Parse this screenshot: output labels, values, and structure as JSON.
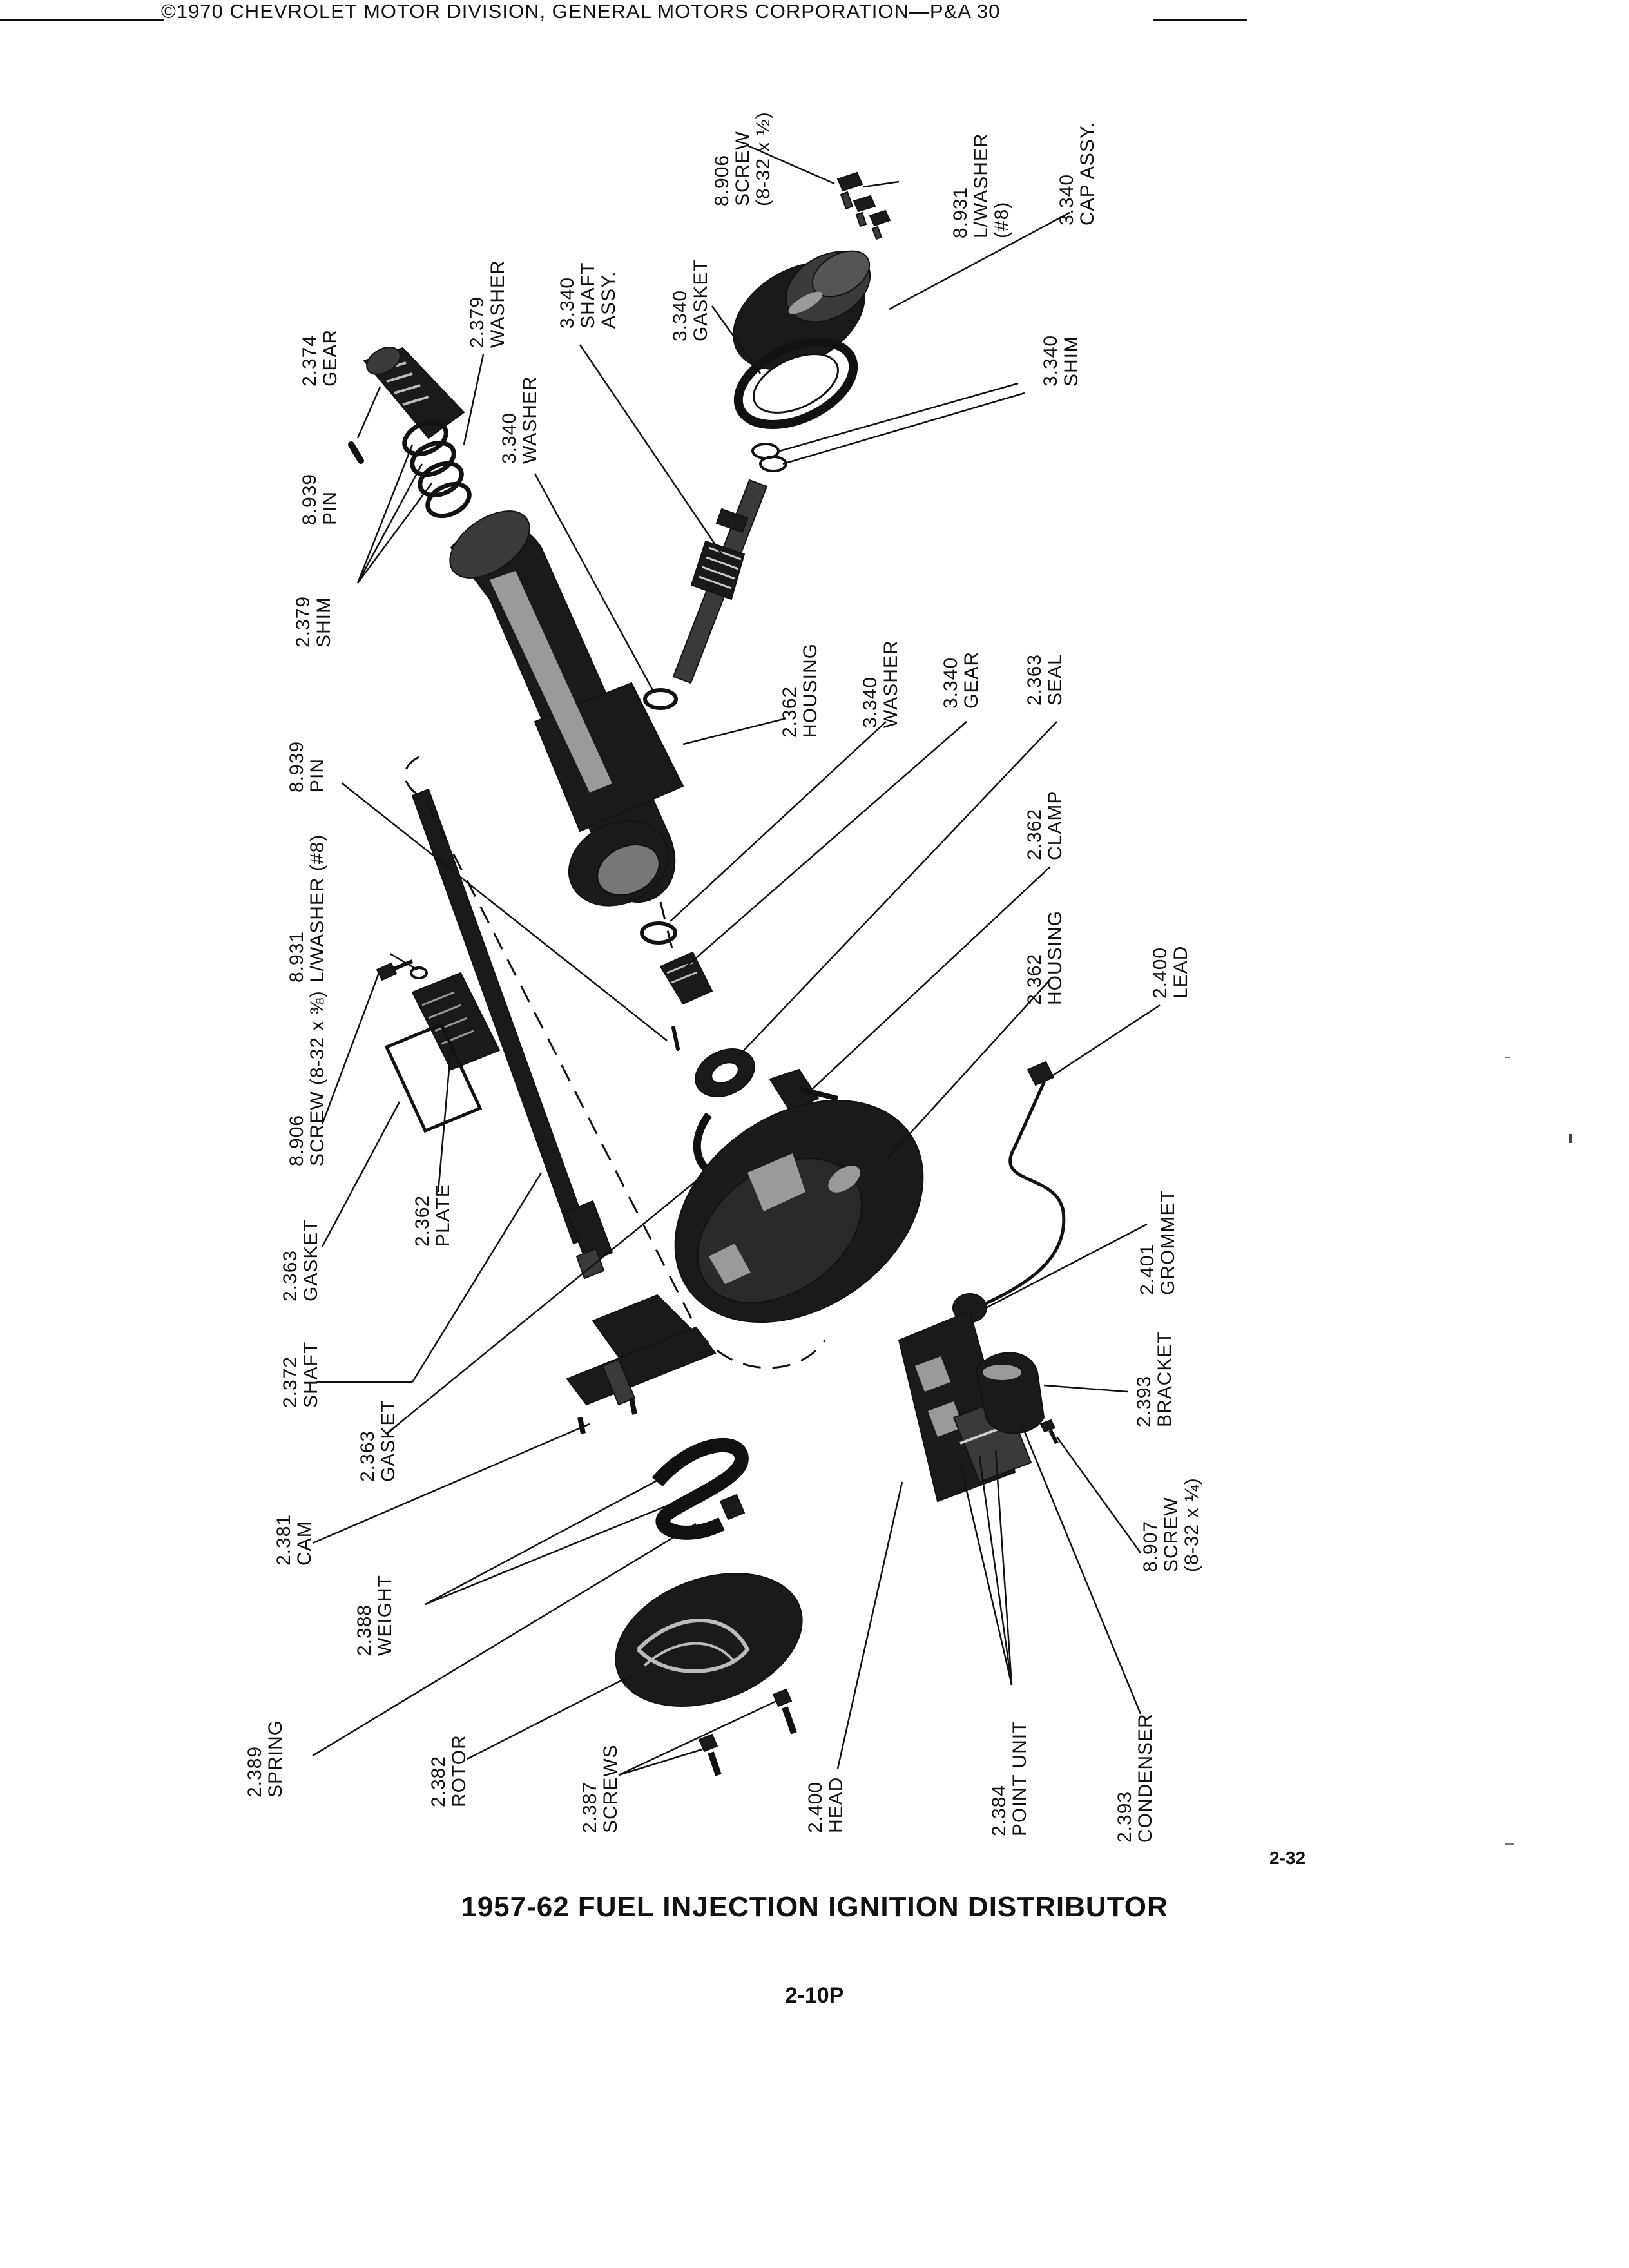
{
  "title": "1957-62 FUEL INJECTION IGNITION DISTRIBUTOR",
  "copyright": "©1970 CHEVROLET MOTOR DIVISION, GENERAL MOTORS CORPORATION—P&A 30",
  "page_code": "2-10P",
  "figure_number": "2-32",
  "callouts": [
    {
      "num": "8.906",
      "name": "SCREW",
      "extra": "(8-32 x ½)"
    },
    {
      "num": "8.931",
      "name": "L/WASHER",
      "extra": "(#8)"
    },
    {
      "num": "3.340",
      "name": "CAP ASSY."
    },
    {
      "num": "3.340",
      "name": "GASKET"
    },
    {
      "num": "3.340",
      "name": "SHAFT",
      "extra": "ASSY."
    },
    {
      "num": "3.340",
      "name": "SHIM"
    },
    {
      "num": "2.379",
      "name": "WASHER"
    },
    {
      "num": "2.374",
      "name": "GEAR"
    },
    {
      "num": "3.340",
      "name": "WASHER"
    },
    {
      "num": "8.939",
      "name": "PIN"
    },
    {
      "num": "2.379",
      "name": "SHIM"
    },
    {
      "num": "2.362",
      "name": "HOUSING"
    },
    {
      "num": "3.340",
      "name": "WASHER"
    },
    {
      "num": "3.340",
      "name": "GEAR"
    },
    {
      "num": "2.363",
      "name": "SEAL"
    },
    {
      "num": "8.939",
      "name": "PIN"
    },
    {
      "num": "8.931",
      "name": "L/WASHER (#8)"
    },
    {
      "num": "2.362",
      "name": "CLAMP"
    },
    {
      "num": "2.362",
      "name": "HOUSING"
    },
    {
      "num": "2.400",
      "name": "LEAD"
    },
    {
      "num": "8.906",
      "name": "SCREW (8-32 x ⅜)"
    },
    {
      "num": "2.363",
      "name": "GASKET"
    },
    {
      "num": "2.362",
      "name": "PLATE"
    },
    {
      "num": "2.401",
      "name": "GROMMET"
    },
    {
      "num": "2.372",
      "name": "SHAFT"
    },
    {
      "num": "2.393",
      "name": "BRACKET"
    },
    {
      "num": "2.363",
      "name": "GASKET"
    },
    {
      "num": "2.381",
      "name": "CAM"
    },
    {
      "num": "8.907",
      "name": "SCREW",
      "extra": "(8-32 x ¼)"
    },
    {
      "num": "2.388",
      "name": "WEIGHT"
    },
    {
      "num": "2.389",
      "name": "SPRING"
    },
    {
      "num": "2.382",
      "name": "ROTOR"
    },
    {
      "num": "2.387",
      "name": "SCREWS"
    },
    {
      "num": "2.400",
      "name": "HEAD"
    },
    {
      "num": "2.384",
      "name": "POINT UNIT"
    },
    {
      "num": "2.393",
      "name": "CONDENSER"
    }
  ]
}
